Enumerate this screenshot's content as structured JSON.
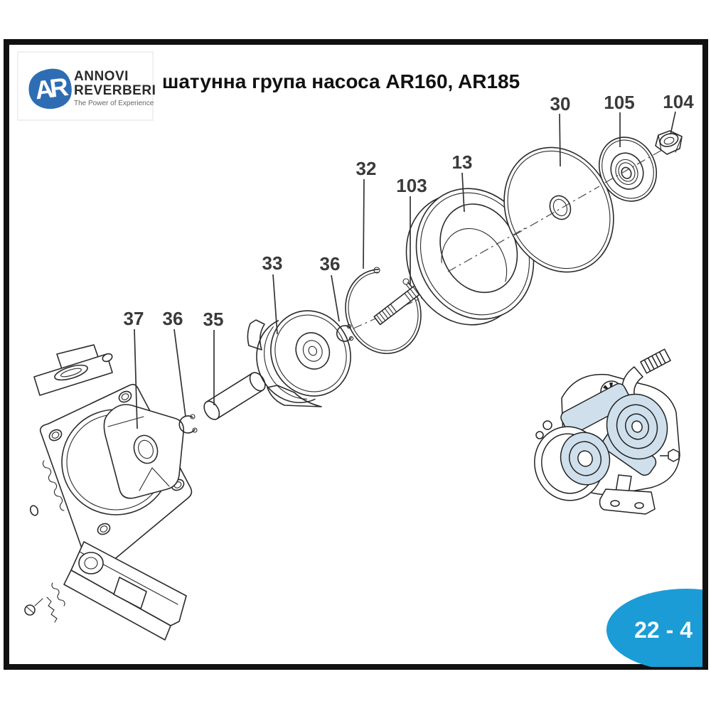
{
  "header": {
    "logo": {
      "emblem": "AR",
      "name_line1": "ANNOVI",
      "name_line2": "REVERBERI",
      "tagline": "The Power of Experience"
    },
    "title": "шатунна група насоса AR160, AR185"
  },
  "diagram": {
    "labels": [
      "30",
      "105",
      "104",
      "13",
      "32",
      "103",
      "33",
      "36",
      "37",
      "36",
      "35"
    ]
  },
  "badge": {
    "page_ref": "22 - 4"
  },
  "colors": {
    "accent_blue": "#1b9cd6",
    "logo_blue": "#2e6db4",
    "line_dark": "#2b2b2b",
    "highlight_blue": "#cfe0ec"
  }
}
